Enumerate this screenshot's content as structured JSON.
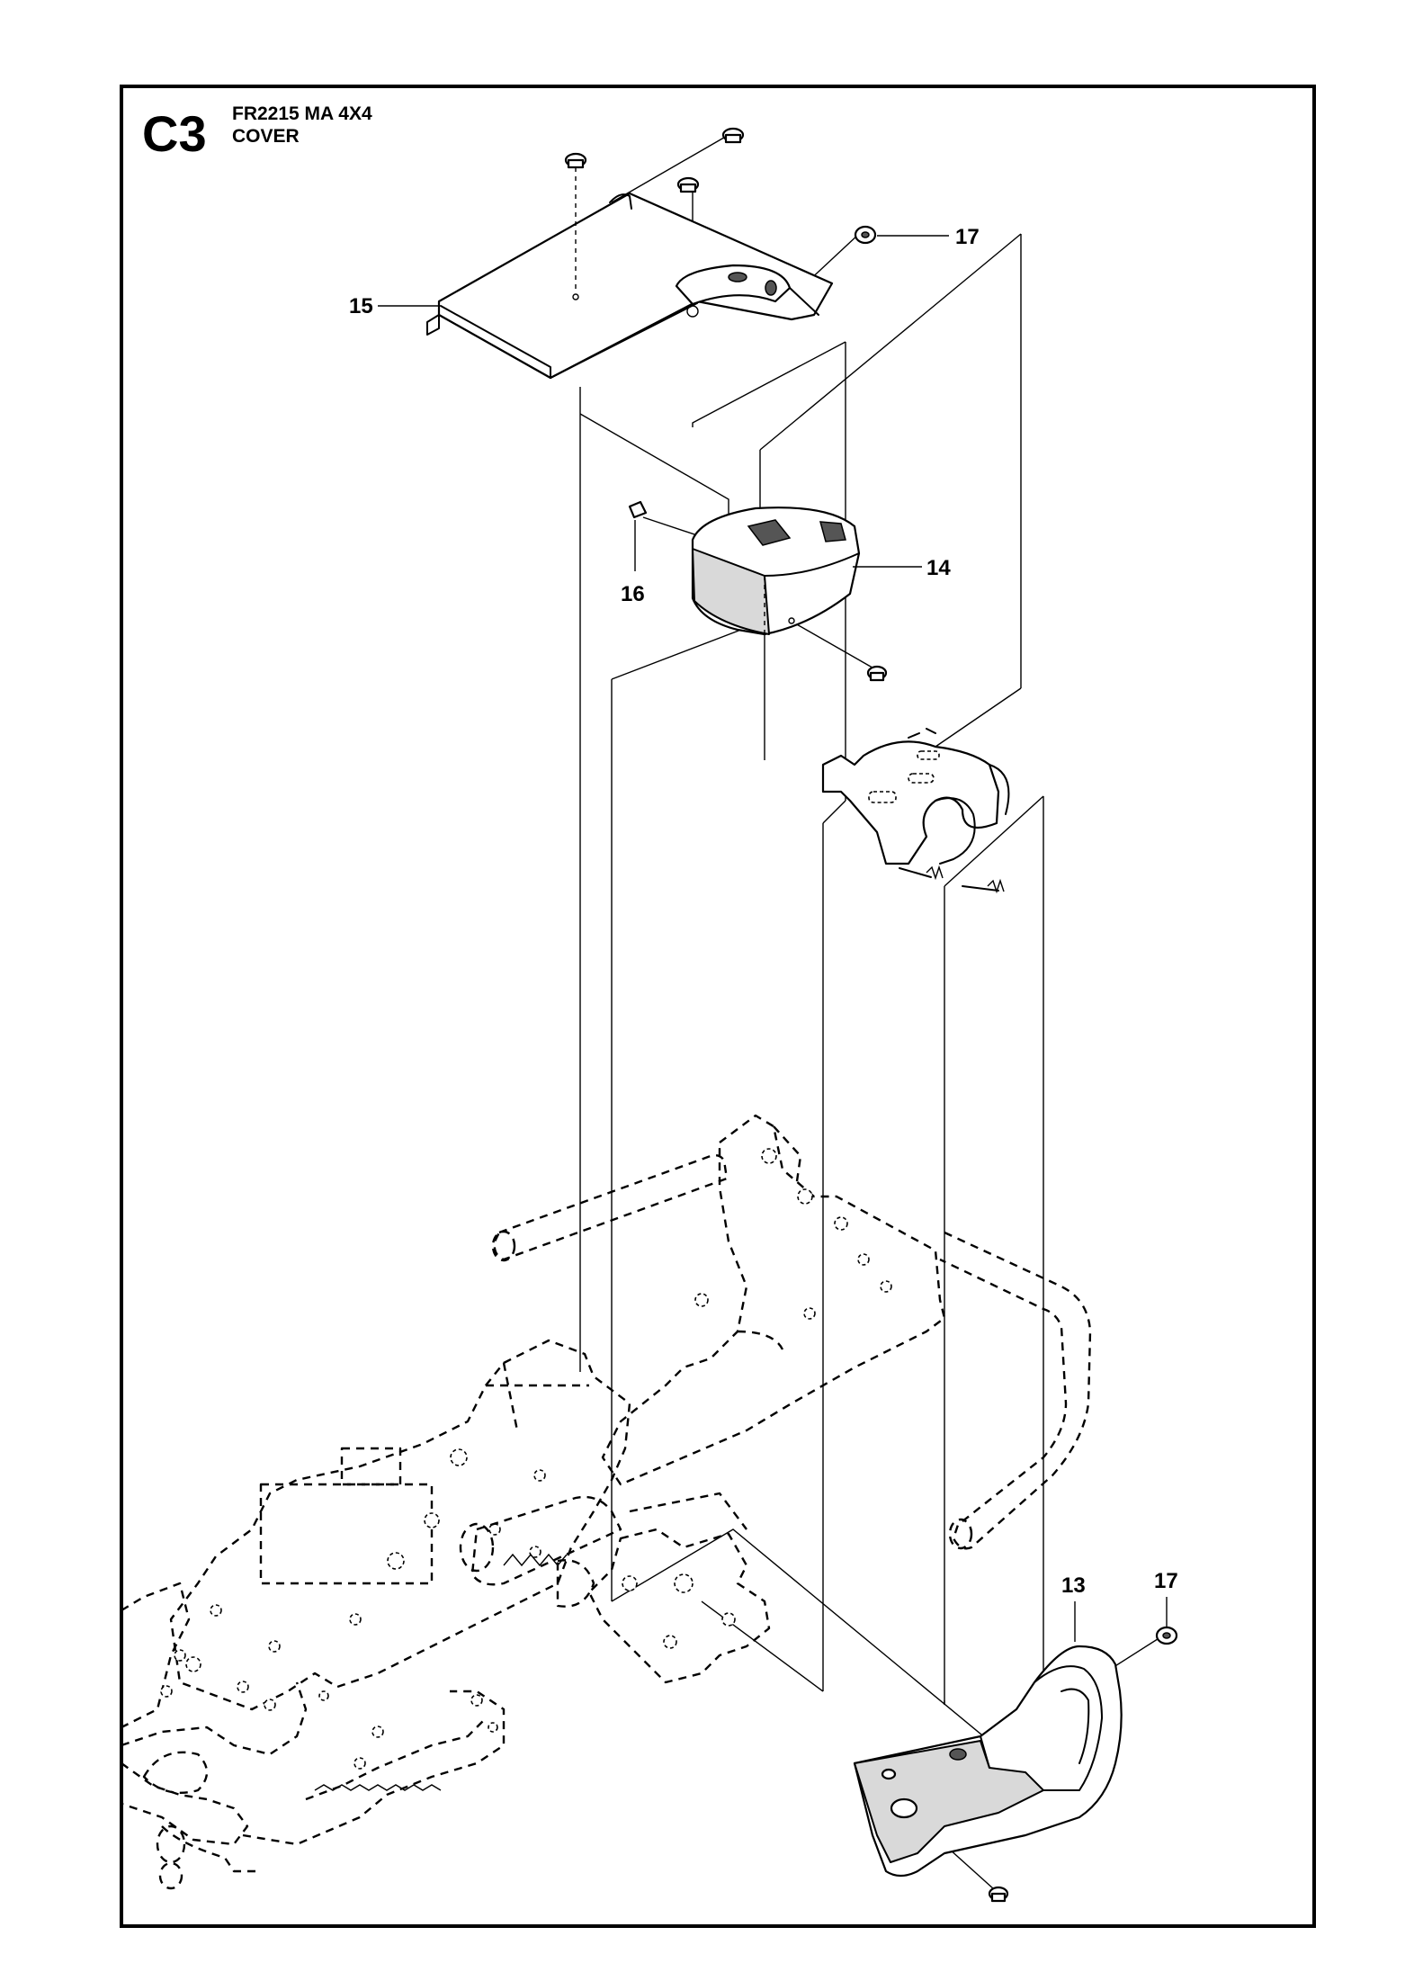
{
  "header": {
    "section_code": "C3",
    "model": "FR2215 MA 4X4",
    "assembly": "COVER"
  },
  "callouts": [
    {
      "id": "callout-13",
      "label": "13"
    },
    {
      "id": "callout-14",
      "label": "14"
    },
    {
      "id": "callout-15",
      "label": "15"
    },
    {
      "id": "callout-16",
      "label": "16"
    },
    {
      "id": "callout-17-top",
      "label": "17"
    },
    {
      "id": "callout-17-bottom",
      "label": "17"
    }
  ]
}
